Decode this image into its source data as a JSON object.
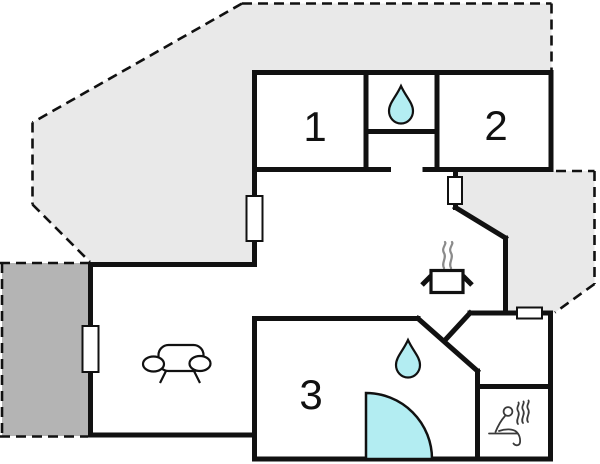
{
  "plan": {
    "type": "house-floor-plan",
    "rooms": [
      {
        "label": "1"
      },
      {
        "label": "2"
      },
      {
        "label": "3"
      }
    ],
    "icons": {
      "bath_top": "water-drop-icon",
      "bath_main": "water-drop-icon",
      "shower": "quarter-circle-shower",
      "kitchen": "steaming-pot-icon",
      "sauna": "sauna-person-icon",
      "living": "sofa-icon"
    }
  },
  "colors": {
    "wall": "#111111",
    "water": "#b3edf2",
    "patio_light": "#e9e9e9",
    "patio_dark": "#b4b4b4",
    "steam": "#8a8a8a",
    "sauna_stroke": "#3a3a3a",
    "background": "#ffffff"
  }
}
